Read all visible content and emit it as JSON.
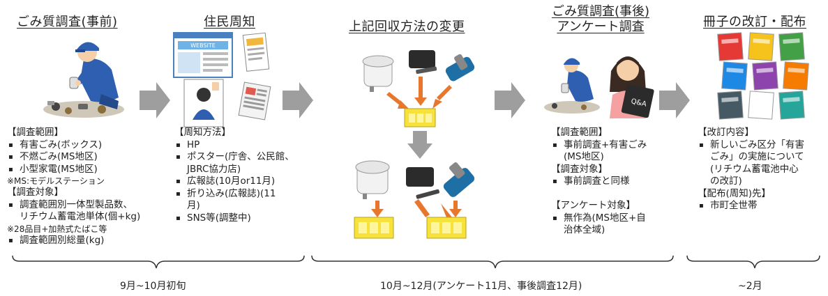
{
  "steps": [
    {
      "title": "ごみ質調査(事前)"
    },
    {
      "title": "住民周知"
    },
    {
      "title": "上記回収方法の変更"
    },
    {
      "title_line1": "ごみ質調査(事後)",
      "title_line2": "アンケート調査"
    },
    {
      "title": "冊子の改訂・配布"
    }
  ],
  "col1": {
    "scope_heading": "【調査範囲】",
    "scope_items": [
      "有害ごみ(ボックス)",
      "不燃ごみ(MS地区)",
      "小型家電(MS地区)"
    ],
    "ms_note": "※MS:モデルステーション",
    "target_heading": "【調査対象】",
    "target_item1_l1": "調査範囲別一体型製品数、",
    "target_item1_l2": "リチウム蓄電池単体(個+kg)",
    "target_note": "※28品目+加熱式たばこ等",
    "target_item2": "調査範囲別総量(kg)"
  },
  "col2": {
    "heading": "【周知方法】",
    "items": [
      "HP",
      "ポスター(庁舎、公民館、",
      "JBRC協力店)",
      "広報誌(10月or11月)",
      "折り込み(広報誌)(11",
      "月)",
      "SNS等(調整中)"
    ],
    "website_label": "WEBSITE"
  },
  "col4": {
    "scope_heading": "【調査範囲】",
    "scope_l1": "事前調査+有害ごみ",
    "scope_l2": "(MS地区)",
    "target_heading": "【調査対象】",
    "target_item": "事前調査と同様",
    "survey_heading": "【アンケート対象】",
    "survey_l1": "無作為(MS地区+自",
    "survey_l2": "治体全域)",
    "qa_label": "Q&A"
  },
  "col5": {
    "content_heading": "【改訂内容】",
    "content_l1": "新しいごみ区分「有害",
    "content_l2": "ごみ」の実施について",
    "content_l3": "(リチウム蓄電池中心",
    "content_l4": "の改訂)",
    "dist_heading": "【配布(周知)先】",
    "dist_item": "市町全世帯"
  },
  "timeline": {
    "period1": "9月~10月初旬",
    "period2": "10月~12月(アンケート11月、事後調査12月)",
    "period3": "~2月"
  },
  "colors": {
    "arrow": "#9e9e9e",
    "orange_arrow": "#e8772e",
    "crate": "#f6e23a",
    "worker_blue": "#2f5fb0",
    "booklets": [
      "#e53935",
      "#f6c21c",
      "#43a047",
      "#1e88e5",
      "#8e44ad",
      "#f57c00",
      "#455a64",
      "#ffffff",
      "#26a69a"
    ]
  }
}
